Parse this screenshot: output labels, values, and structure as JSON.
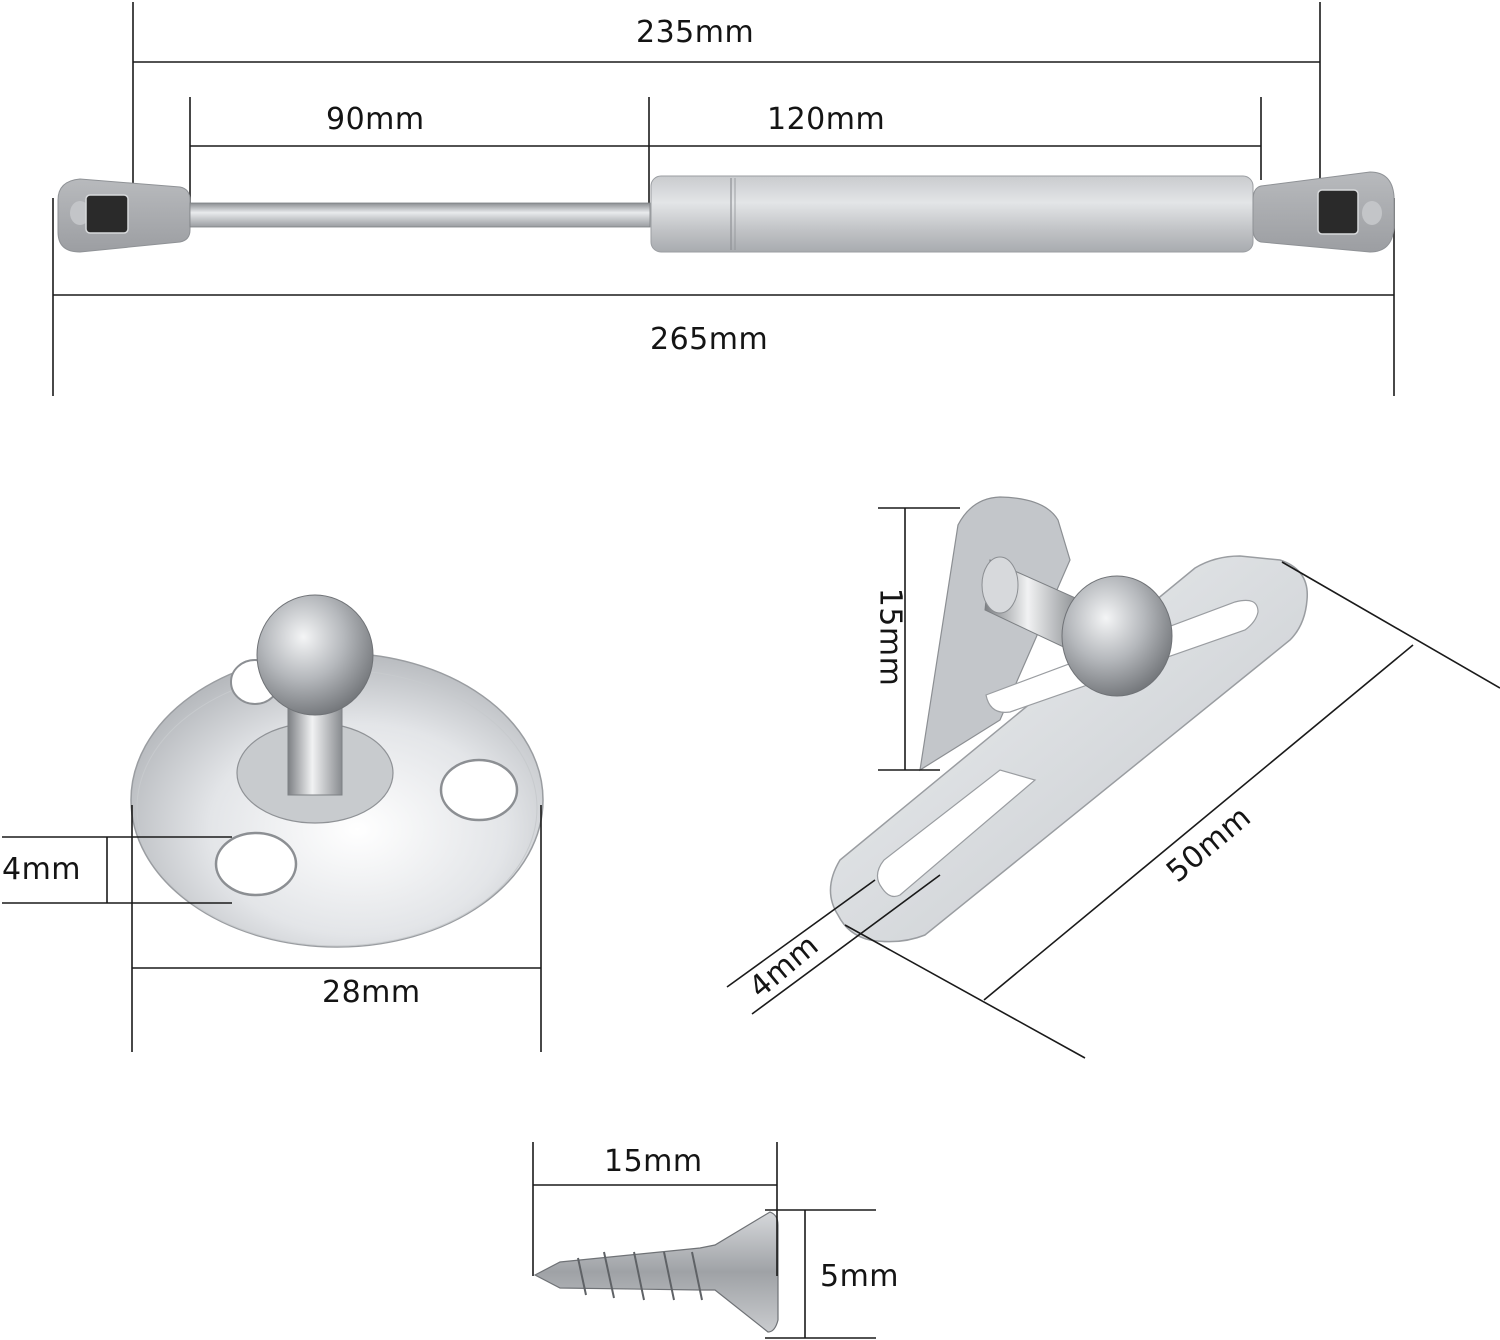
{
  "gas_strut": {
    "dimensions": {
      "total_length": "265mm",
      "center_to_center": "235mm",
      "rod_length": "90mm",
      "cylinder_length": "120mm"
    }
  },
  "round_mounting_plate": {
    "dimensions": {
      "hole_diameter": "4mm",
      "plate_diameter": "28mm"
    }
  },
  "angled_bracket": {
    "dimensions": {
      "height": "15mm",
      "length": "50mm",
      "slot_width": "4mm"
    }
  },
  "screw": {
    "dimensions": {
      "length": "15mm",
      "head_diameter": "5mm"
    }
  },
  "colors": {
    "line": "#1a1a1a",
    "metal_light": "#e6e8ea",
    "metal_mid": "#b9bcc0",
    "metal_dark": "#8e9196",
    "end_fitting": "#a9abae",
    "socket": "#2a2a2a"
  }
}
